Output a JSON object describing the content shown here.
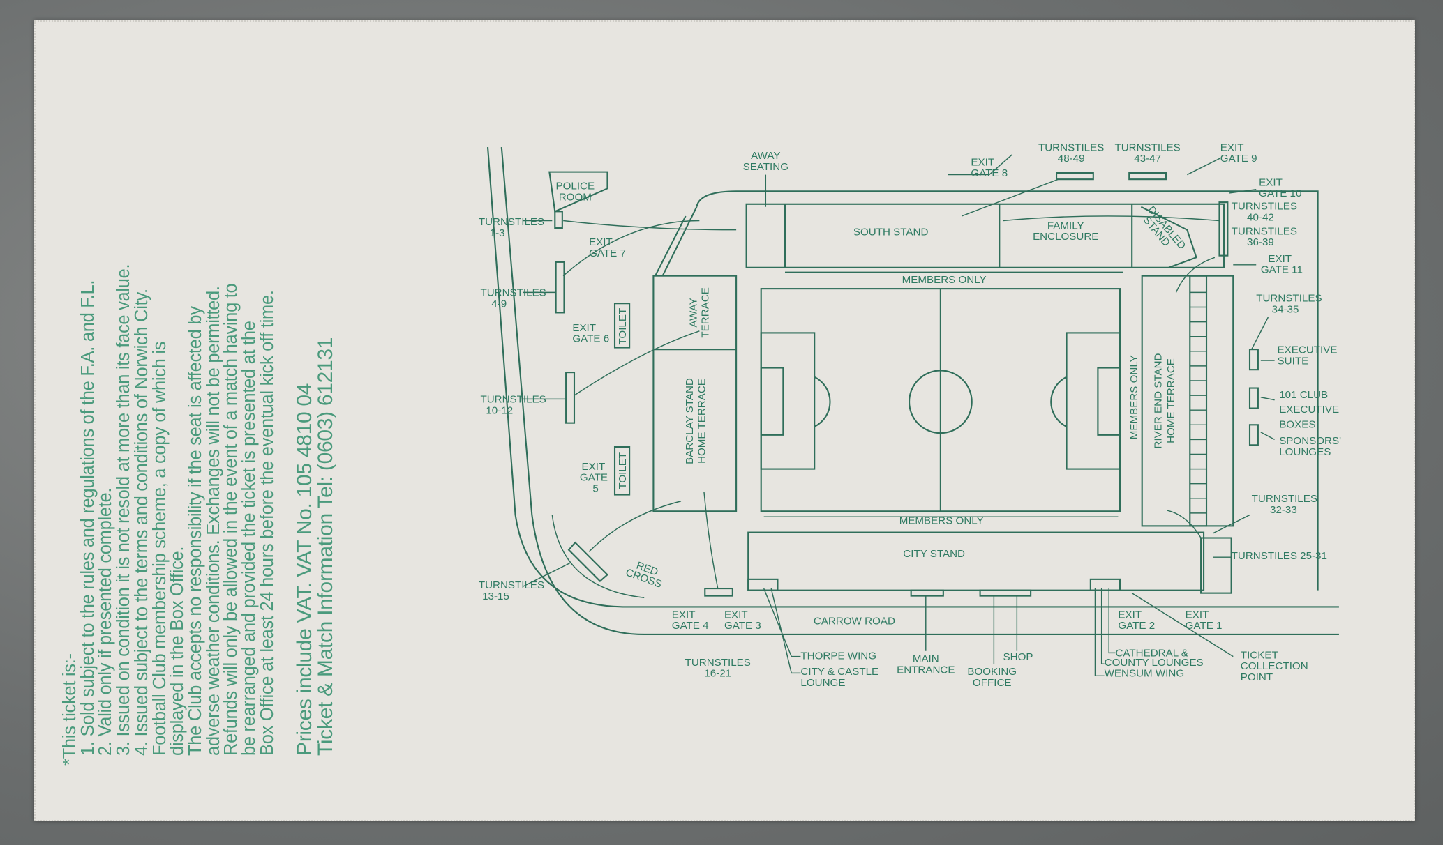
{
  "terms": {
    "heading": "*This ticket is:-",
    "lines": [
      "1.  Sold subject to the rules and regulations of the F.A. and F.L.",
      "2.  Valid only if presented complete.",
      "3.  Issued on condition it is not resold at more than its face value.",
      "4.  Issued subject to the terms and conditions of Norwich City.",
      "Football Club membership scheme, a copy of which is",
      "displayed in the Box Office.",
      "The Club accepts no responsibility if the seat is affected by",
      "adverse weather conditions. Exchanges will not be permitted.",
      "Refunds will only be allowed in the event of a match having to",
      "be rearranged and provided the ticket is presented at the",
      "Box Office at least 24 hours before the eventual kick off time."
    ],
    "vat": "Prices include VAT. VAT No. 105 4810 04",
    "info": "Ticket & Match Information Tel: (0603) 612131"
  },
  "map": {
    "away_seating": [
      "AWAY",
      "SEATING"
    ],
    "police_room": [
      "POLICE",
      "ROOM"
    ],
    "t1_3": [
      "TURNSTILES",
      "1-3"
    ],
    "exit7": [
      "EXIT",
      "GATE 7"
    ],
    "t4_9": [
      "TURNSTILES",
      "4-9"
    ],
    "exit6": [
      "EXIT",
      "GATE 6"
    ],
    "toilet": "TOILET",
    "away_terrace": [
      "AWAY",
      "TERRACE"
    ],
    "barclay": [
      "BARCLAY STAND",
      "HOME TERRACE"
    ],
    "t10_12": [
      "TURNSTILES",
      "10-12"
    ],
    "exit5": [
      "EXIT",
      "GATE",
      "5"
    ],
    "red_cross": [
      "RED",
      "CROSS"
    ],
    "t13_15": [
      "TURNSTILES",
      "13-15"
    ],
    "exit4": [
      "EXIT",
      "GATE 4"
    ],
    "exit3": [
      "EXIT",
      "GATE 3"
    ],
    "carrow_road": "CARROW ROAD",
    "t16_21": [
      "TURNSTILES",
      "16-21"
    ],
    "thorpe": "THORPE WING",
    "city_castle": [
      "CITY & CASTLE",
      "LOUNGE"
    ],
    "main_entrance": [
      "MAIN",
      "ENTRANCE"
    ],
    "shop": "SHOP",
    "booking": [
      "BOOKING",
      "OFFICE"
    ],
    "cathedral": [
      "CATHEDRAL &",
      "COUNTY LOUNGES",
      "WENSUM WING"
    ],
    "exit2": [
      "EXIT",
      "GATE 2"
    ],
    "exit1": [
      "EXIT",
      "GATE 1"
    ],
    "ticket_collection": [
      "TICKET",
      "COLLECTION",
      "POINT"
    ],
    "t25_31": "TURNSTILES 25-31",
    "t32_33": [
      "TURNSTILES",
      "32-33"
    ],
    "sponsors": [
      "SPONSORS'",
      "LOUNGES"
    ],
    "club101": [
      "101 CLUB",
      "EXECUTIVE",
      "BOXES"
    ],
    "exec_suite": [
      "EXECUTIVE",
      "SUITE"
    ],
    "t34_35": [
      "TURNSTILES",
      "34-35"
    ],
    "exit11": [
      "EXIT",
      "GATE 11"
    ],
    "t36_39": [
      "TURNSTILES",
      "36-39"
    ],
    "t40_42": [
      "TURNSTILES",
      "40-42"
    ],
    "exit10": [
      "EXIT",
      "GATE 10"
    ],
    "exit9": [
      "EXIT",
      "GATE 9"
    ],
    "t43_47": [
      "TURNSTILES",
      "43-47"
    ],
    "t48_49": [
      "TURNSTILES",
      "48-49"
    ],
    "exit8": [
      "EXIT",
      "GATE 8"
    ],
    "south_stand": "SOUTH STAND",
    "family": [
      "FAMILY",
      "ENCLOSURE"
    ],
    "disabled": [
      "DISABLED",
      "STAND"
    ],
    "members_only": "MEMBERS ONLY",
    "city_stand": "CITY STAND",
    "river_end": [
      "RIVER END STAND",
      "HOME TERRACE"
    ]
  },
  "colors": {
    "ink": "#2f7a62",
    "paper": "#e7e5e0",
    "background": "#6c6f6f"
  }
}
